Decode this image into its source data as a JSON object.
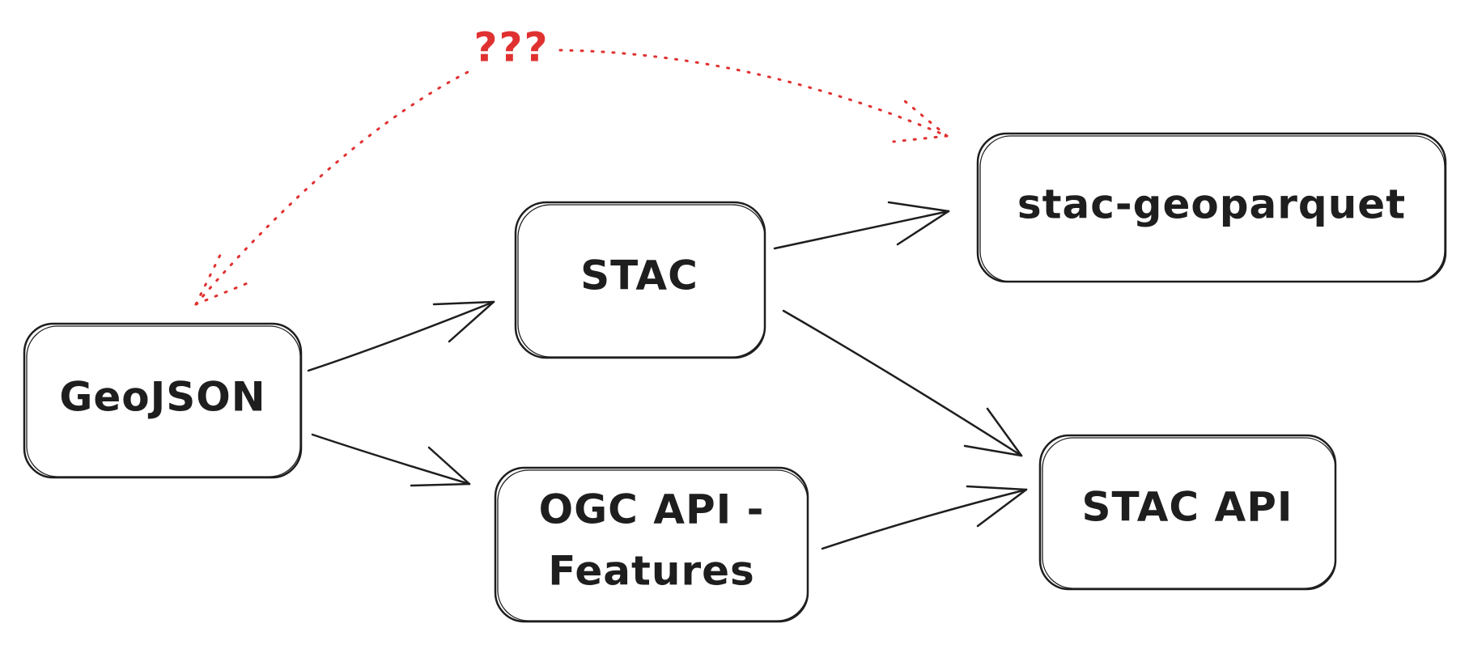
{
  "diagram": {
    "nodes": {
      "geojson": {
        "label": "GeoJSON"
      },
      "stac": {
        "label": "STAC"
      },
      "ogc": {
        "label_line1": "OGC API -",
        "label_line2": "Features"
      },
      "stac_geoparquet": {
        "label": "stac-geoparquet"
      },
      "stac_api": {
        "label": "STAC API"
      }
    },
    "uncertain_link": {
      "label": "???",
      "color": "#e03131"
    },
    "colors": {
      "stroke": "#1e1e1e",
      "background": "#ffffff"
    }
  }
}
